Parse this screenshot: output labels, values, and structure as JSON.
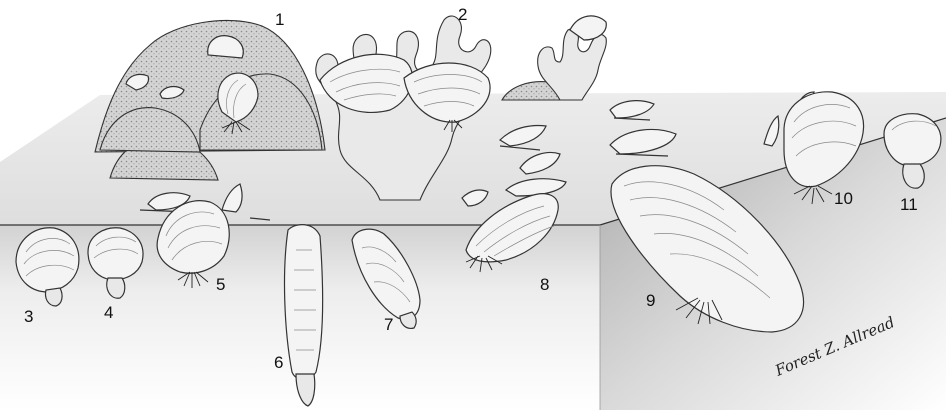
{
  "labels": {
    "n1": "1",
    "n2": "2",
    "n3": "3",
    "n4": "4",
    "n5": "5",
    "n6": "6",
    "n7": "7",
    "n8": "8",
    "n9": "9",
    "n10": "10",
    "n11": "11"
  },
  "signature": "Forest Z. Allread",
  "colors": {
    "outline": "#333333",
    "sediment_top": "#e6e6e6",
    "sediment_side_light": "#f6f6f6",
    "sediment_side_dark": "#bdbdbd",
    "shell_fill": "#f4f4f4"
  }
}
